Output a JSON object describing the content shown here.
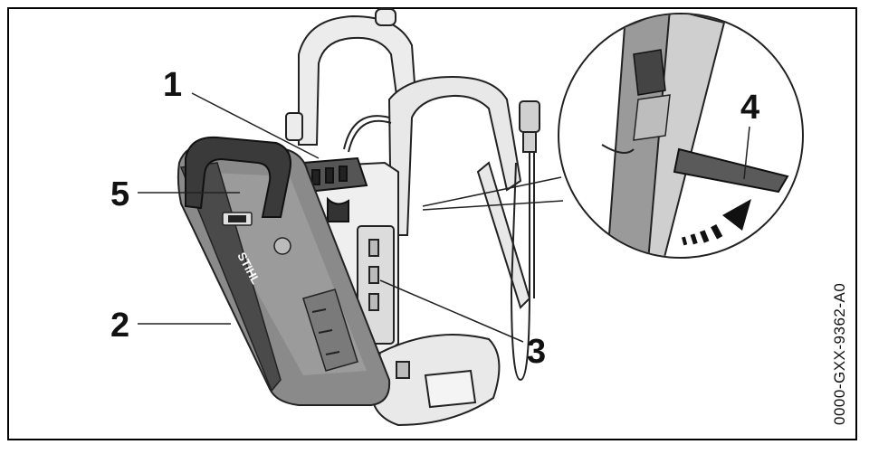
{
  "figure": {
    "callouts": {
      "c1": "1",
      "c2": "2",
      "c3": "3",
      "c4": "4",
      "c5": "5"
    },
    "brand_on_battery": "STIHL",
    "figure_code": "0000-GXX-9362-A0"
  },
  "colors": {
    "ink": "#111111",
    "battery_dark": "#3d3d3d",
    "battery_mid": "#8a8a8a",
    "strap_light": "#e6e6e6",
    "outline": "#222222"
  }
}
